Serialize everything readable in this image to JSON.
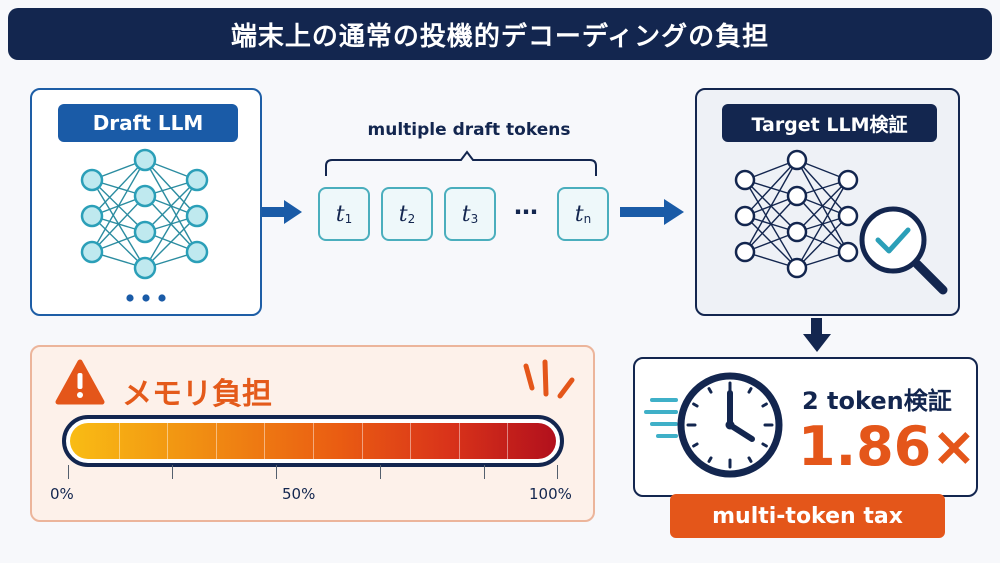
{
  "title": "端末上の通常の投機的デコーディングの負担",
  "draft": {
    "label": "Draft LLM",
    "more": "…"
  },
  "tokens": {
    "caption": "multiple draft tokens",
    "items": [
      {
        "symbol": "t",
        "sub": "1"
      },
      {
        "symbol": "t",
        "sub": "2"
      },
      {
        "symbol": "t",
        "sub": "3"
      },
      {
        "symbol": "t",
        "sub": "n"
      }
    ],
    "ellipsis": "⋯"
  },
  "target": {
    "label": "Target LLM検証"
  },
  "memory": {
    "title": "メモリ負担",
    "ticks": [
      "0%",
      "50%",
      "100%"
    ],
    "level_percent": 100
  },
  "result": {
    "verify_label": "2 token検証",
    "speedup": "1.86×",
    "tax_label": "multi-token tax"
  },
  "colors": {
    "navy": "#13264f",
    "blue": "#1a5ba7",
    "teal": "#4aaebd",
    "orange": "#e4561a"
  }
}
